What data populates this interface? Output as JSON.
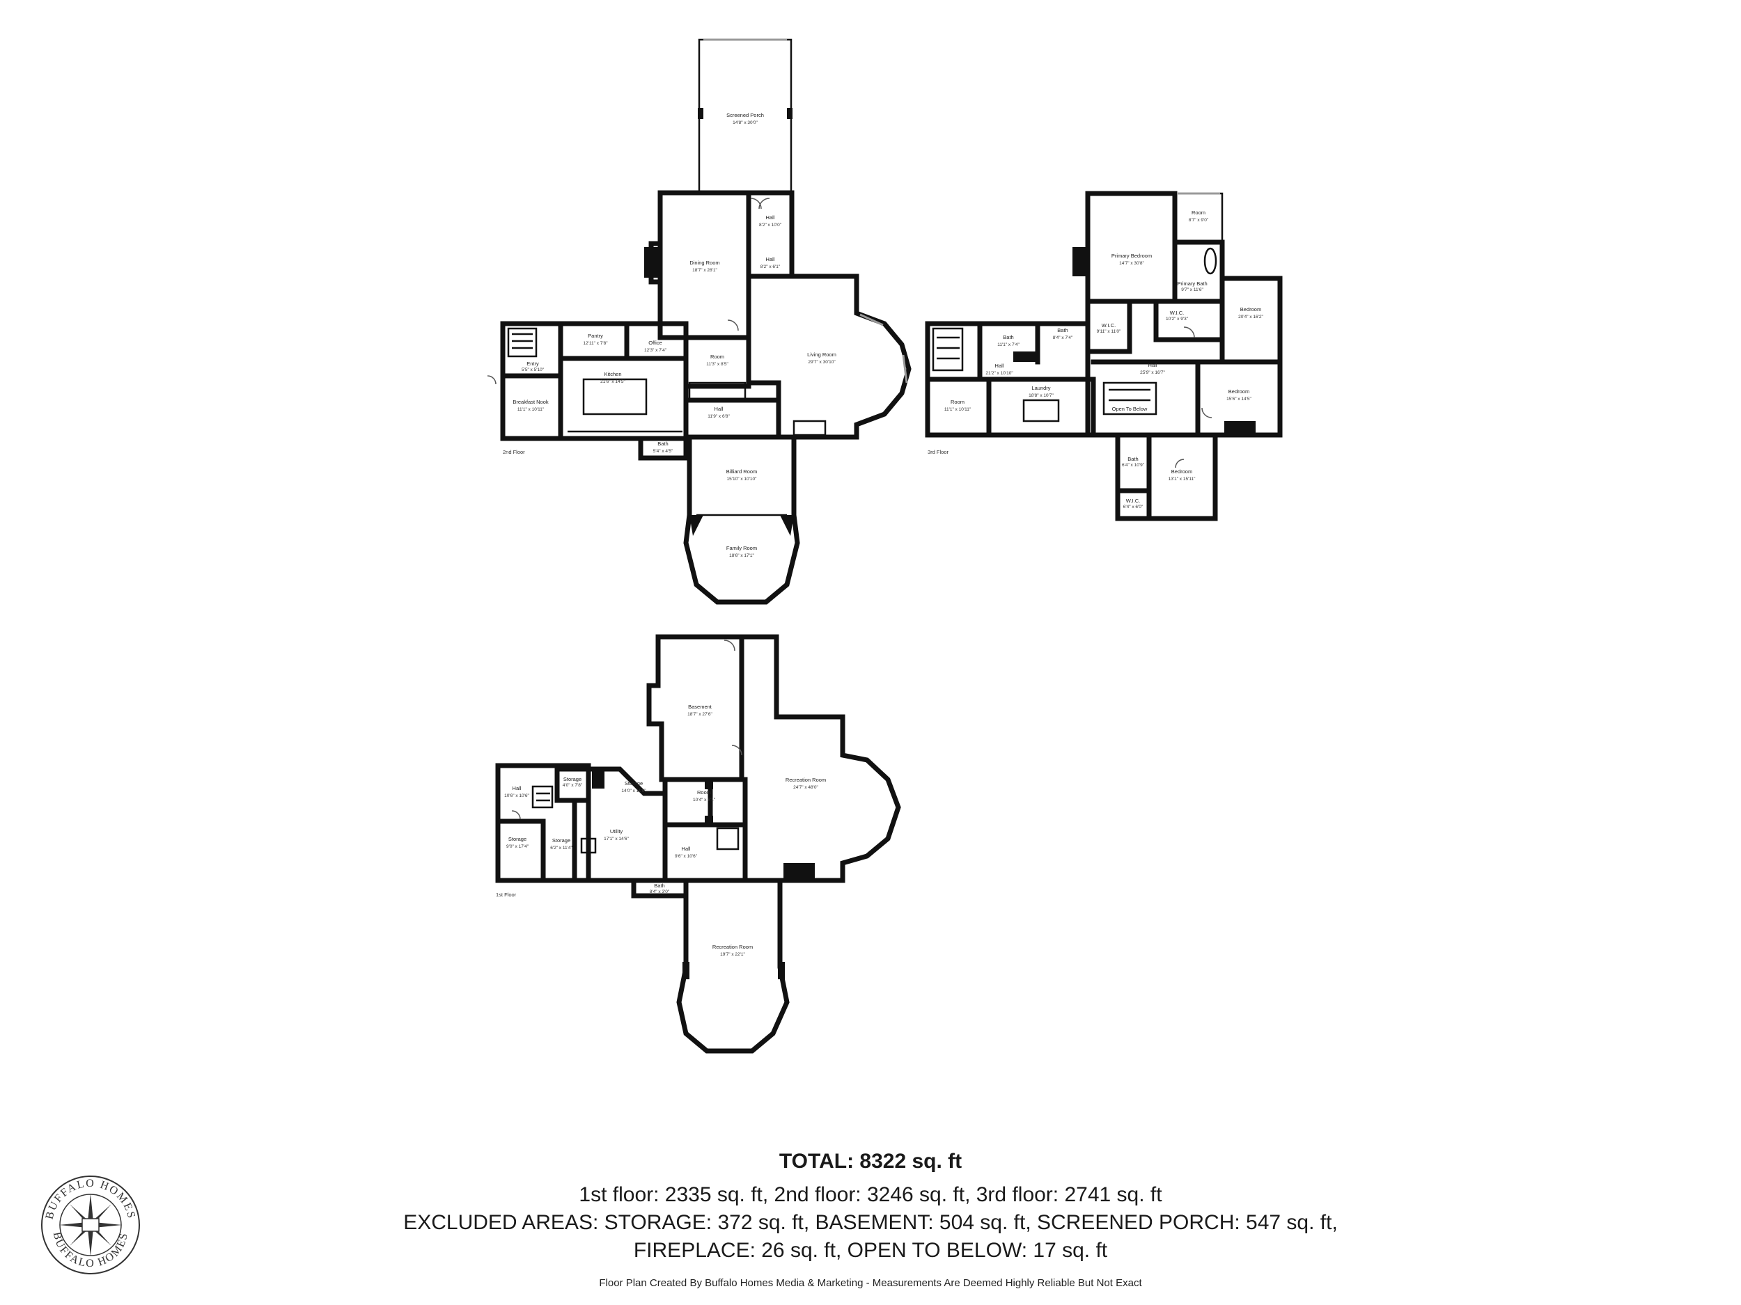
{
  "floors": {
    "second": {
      "label": "2nd Floor",
      "rooms": [
        {
          "key": "screened_porch",
          "name": "Screened Porch",
          "dims": "14'8\" x 30'0\""
        },
        {
          "key": "hall_a",
          "name": "Hall",
          "dims": "8'2\" x 10'0\""
        },
        {
          "key": "hall_b",
          "name": "Hall",
          "dims": "8'2\" x 6'1\""
        },
        {
          "key": "dining",
          "name": "Dining Room",
          "dims": "18'7\" x 28'1\""
        },
        {
          "key": "pantry",
          "name": "Pantry",
          "dims": "12'11\" x 7'8\""
        },
        {
          "key": "office",
          "name": "Office",
          "dims": "12'3\" x 7'4\""
        },
        {
          "key": "room",
          "name": "Room",
          "dims": "11'3\" x 8'5\""
        },
        {
          "key": "living",
          "name": "Living Room",
          "dims": "29'7\" x 30'10\""
        },
        {
          "key": "entry",
          "name": "Entry",
          "dims": "5'5\" x 5'10\""
        },
        {
          "key": "kitchen",
          "name": "Kitchen",
          "dims": "21'6\" x 14'5\""
        },
        {
          "key": "breakfast",
          "name": "Breakfast Nook",
          "dims": "11'1\" x 10'11\""
        },
        {
          "key": "hall_c",
          "name": "Hall",
          "dims": "11'9\" x 6'8\""
        },
        {
          "key": "bath",
          "name": "Bath",
          "dims": "5'4\" x 4'5\""
        },
        {
          "key": "billiard",
          "name": "Billiard Room",
          "dims": "15'10\" x 10'10\""
        },
        {
          "key": "family",
          "name": "Family Room",
          "dims": "18'6\" x 17'1\""
        }
      ]
    },
    "third": {
      "label": "3rd Floor",
      "rooms": [
        {
          "key": "primary",
          "name": "Primary Bedroom",
          "dims": "14'7\" x 30'8\""
        },
        {
          "key": "room",
          "name": "Room",
          "dims": "8'7\" x 9'0\""
        },
        {
          "key": "primary_bath",
          "name": "Primary Bath",
          "dims": "9'7\" x 11'6\""
        },
        {
          "key": "wic_a",
          "name": "W.I.C.",
          "dims": "10'2\" x 9'3\""
        },
        {
          "key": "wic_b",
          "name": "W.I.C.",
          "dims": "9'11\" x 11'0\""
        },
        {
          "key": "bedroom_a",
          "name": "Bedroom",
          "dims": "20'4\" x 16'2\""
        },
        {
          "key": "bath_a",
          "name": "Bath",
          "dims": "11'1\" x 7'4\""
        },
        {
          "key": "bath_b",
          "name": "Bath",
          "dims": "8'4\" x 7'4\""
        },
        {
          "key": "hall_a",
          "name": "Hall",
          "dims": "21'2\" x 10'10\""
        },
        {
          "key": "hall_b",
          "name": "Hall",
          "dims": "25'9\" x 16'7\""
        },
        {
          "key": "room_b",
          "name": "Room",
          "dims": "11'1\" x 10'11\""
        },
        {
          "key": "laundry",
          "name": "Laundry",
          "dims": "18'8\" x 10'7\""
        },
        {
          "key": "open_below",
          "name": "Open To Below",
          "dims": ""
        },
        {
          "key": "bedroom_b",
          "name": "Bedroom",
          "dims": "15'6\" x 14'5\""
        },
        {
          "key": "bath_c",
          "name": "Bath",
          "dims": "6'4\" x 10'9\""
        },
        {
          "key": "wic_c",
          "name": "W.I.C.",
          "dims": "6'4\" x 6'0\""
        },
        {
          "key": "bedroom_c",
          "name": "Bedroom",
          "dims": "13'1\" x 15'11\""
        }
      ]
    },
    "first": {
      "label": "1st Floor",
      "rooms": [
        {
          "key": "basement",
          "name": "Basement",
          "dims": "18'7\" x 27'6\""
        },
        {
          "key": "recreation_a",
          "name": "Recreation Room",
          "dims": "24'7\" x 48'0\""
        },
        {
          "key": "room",
          "name": "Room",
          "dims": "10'4\" x 8'1\""
        },
        {
          "key": "storage_a",
          "name": "Storage",
          "dims": "14'0\" x 11'6\""
        },
        {
          "key": "storage_b",
          "name": "Storage",
          "dims": "4'0\" x 7'8\""
        },
        {
          "key": "hall_a",
          "name": "Hall",
          "dims": "10'6\" x 10'6\""
        },
        {
          "key": "utility",
          "name": "Utility",
          "dims": "17'1\" x 14'6\""
        },
        {
          "key": "storage_c",
          "name": "Storage",
          "dims": "9'0\" x 17'4\""
        },
        {
          "key": "storage_d",
          "name": "Storage",
          "dims": "6'2\" x 11'4\""
        },
        {
          "key": "hall_b",
          "name": "Hall",
          "dims": "9'6\" x 10'6\""
        },
        {
          "key": "bath",
          "name": "Bath",
          "dims": "8'4\" x 3'0\""
        },
        {
          "key": "recreation_b",
          "name": "Recreation Room",
          "dims": "19'7\" x 22'1\""
        }
      ]
    }
  },
  "summary": {
    "total": "TOTAL: 8322 sq. ft",
    "floors_line": "1st floor: 2335 sq. ft, 2nd floor: 3246 sq. ft, 3rd floor: 2741 sq. ft",
    "excluded_line": "EXCLUDED AREAS: STORAGE: 372 sq. ft, BASEMENT: 504 sq. ft, SCREENED PORCH: 547 sq. ft,",
    "excluded_line2": "FIREPLACE: 26 sq. ft, OPEN TO BELOW: 17 sq. ft",
    "credit": "Floor Plan Created By Buffalo Homes Media & Marketing - Measurements Are Deemed Highly Reliable But Not Exact"
  },
  "logo": {
    "text_top": "BUFFALO HOMES",
    "text_bottom": "BUFFALO HOMES",
    "icon": "compass-rose-seal"
  }
}
